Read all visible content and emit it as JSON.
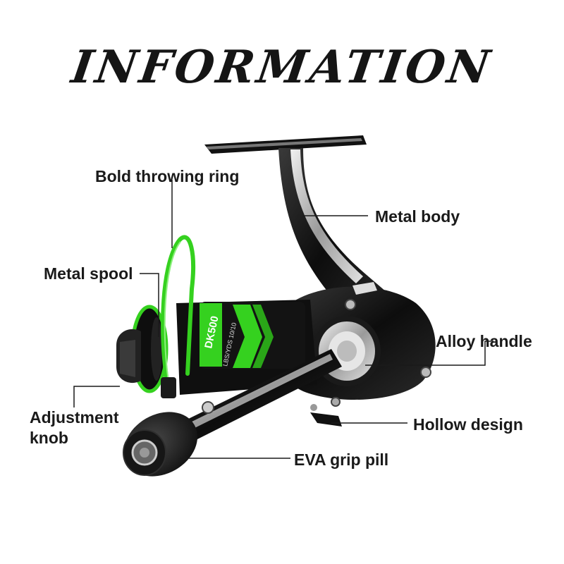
{
  "title": "INFORMATION",
  "labels": {
    "bold_throwing_ring": "Bold throwing ring",
    "metal_body": "Metal body",
    "metal_spool": "Metal spool",
    "alloy_handle": "Alloy handle",
    "adjustment_knob_line1": "Adjustment",
    "adjustment_knob_line2": "knob",
    "hollow_design": "Hollow design",
    "eva_grip_pill": "EVA grip pill"
  },
  "spool_text": {
    "model": "DK500",
    "spec": "LBS/YDS 10/10"
  },
  "colors": {
    "accent_green": "#35d11f",
    "body_black": "#141414",
    "metal_silver": "#c9c9c9",
    "text": "#1a1a1a"
  }
}
